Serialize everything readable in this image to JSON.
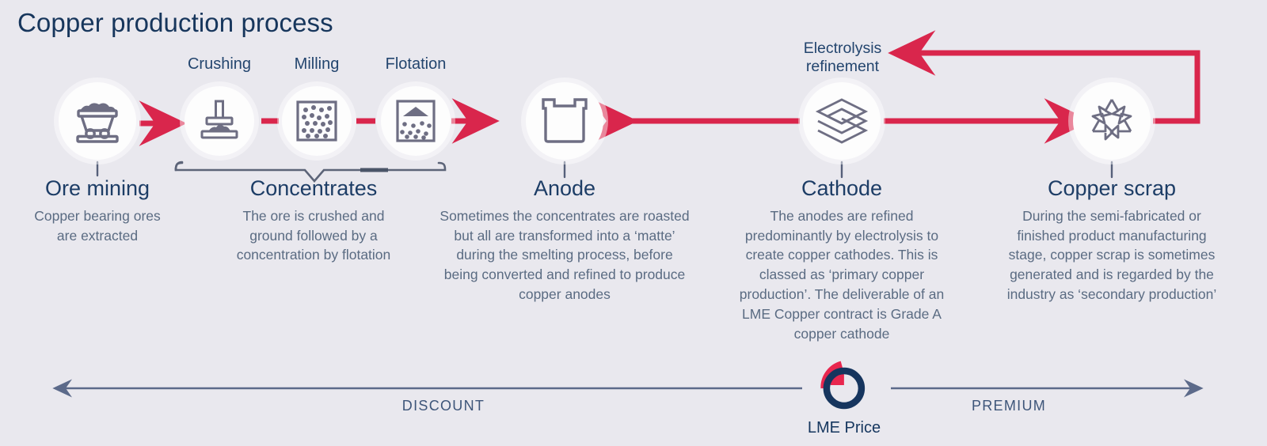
{
  "page": {
    "title": "Copper production process",
    "background_color": "#e9e8ee",
    "accent_red": "#d9264c",
    "navy": "#17365c",
    "body_text_color": "#5a6b82",
    "icon_color": "#6e6e83"
  },
  "stage_labels": [
    {
      "id": "crushing",
      "label": "Crushing",
      "icon": "crusher-icon"
    },
    {
      "id": "milling",
      "label": "Milling",
      "icon": "milling-grains-icon"
    },
    {
      "id": "flotation",
      "label": "Flotation",
      "icon": "flotation-tank-icon"
    }
  ],
  "electrolysis": {
    "line1": "Electrolysis",
    "line2": "refinement",
    "arrow": "feedback-loop-arrow"
  },
  "groups": [
    {
      "id": "ore-mining",
      "title": "Ore mining",
      "body": "Copper bearing ores are extracted",
      "icon": "mine-cart-icon"
    },
    {
      "id": "concentrates",
      "title": "Concentrates",
      "body": "The ore is crushed and ground followed by a concentration by flotation",
      "icon": "brace-group"
    },
    {
      "id": "anode",
      "title": "Anode",
      "body": "Sometimes the concentrates are roasted but all are transformed into a ‘matte’ during the smelting process, before being converted and refined to produce copper anodes",
      "icon": "anode-ingot-icon"
    },
    {
      "id": "cathode",
      "title": "Cathode",
      "body": "The anodes are refined predominantly by electrolysis to create copper cathodes. This is classed as ‘primary copper production’. The deliverable of an LME Copper contract is Grade A copper cathode",
      "icon": "cathode-sheets-icon"
    },
    {
      "id": "copper-scrap",
      "title": "Copper scrap",
      "body": "During the semi-fabricated or finished product manufacturing stage, copper scrap is sometimes generated and is regarded by the industry as ‘secondary production’",
      "icon": "recycle-icon"
    }
  ],
  "scale": {
    "discount_label": "DISCOUNT",
    "premium_label": "PREMIUM",
    "center_label": "LME Price",
    "center_logo": "lme-logo-icon"
  }
}
